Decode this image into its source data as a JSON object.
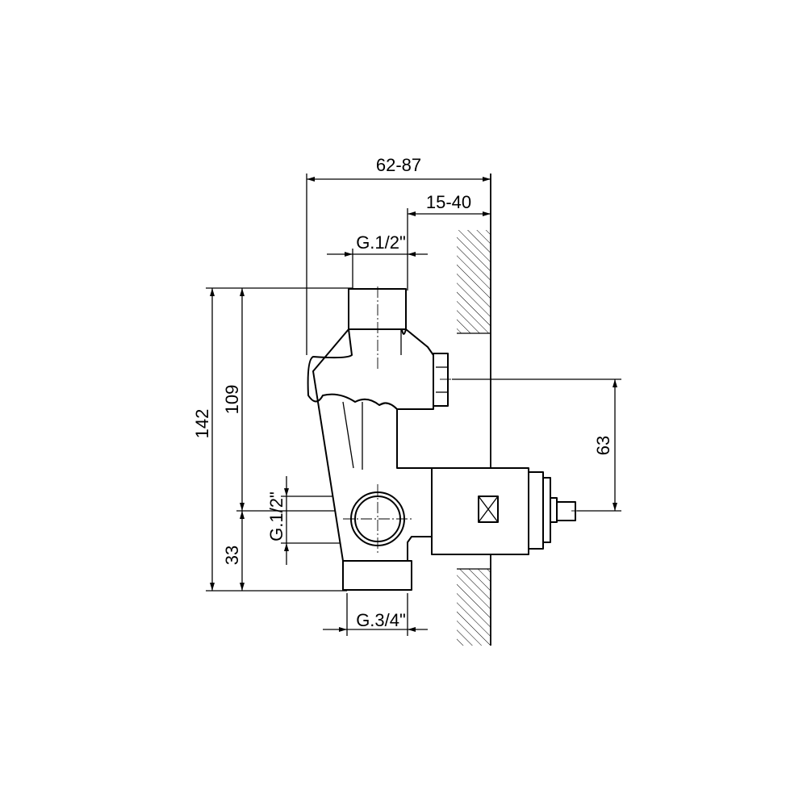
{
  "drawing": {
    "dimensions": {
      "overall_depth": "62-87",
      "wall_depth": "15-40",
      "top_thread": "G.1/2\"",
      "total_height": "142",
      "upper_height": "109",
      "lower_height": "33",
      "side_thread": "G.1/2\"",
      "bottom_thread": "G.3/4\"",
      "outlet_offset": "63"
    },
    "colors": {
      "line": "#000000",
      "background": "#ffffff"
    }
  }
}
